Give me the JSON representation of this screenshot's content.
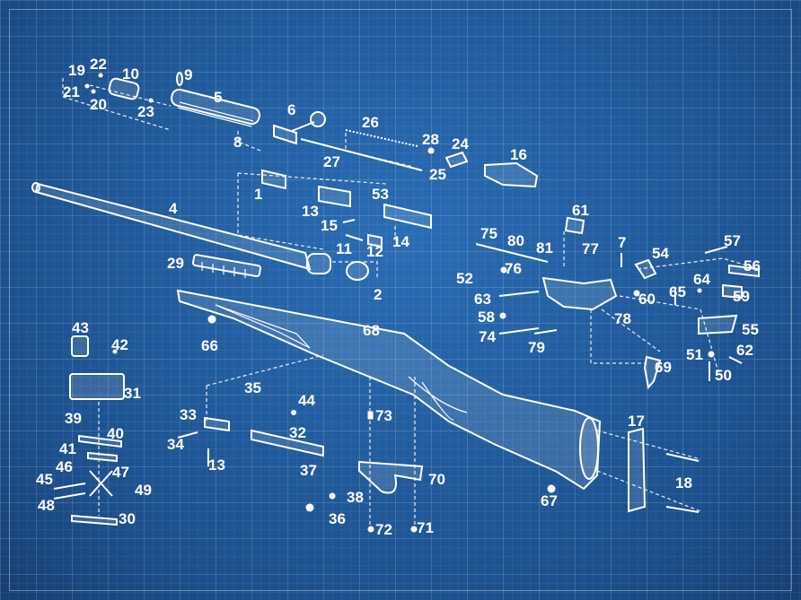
{
  "colors": {
    "background": "#1f5a9c",
    "lines": "#ffffff",
    "grid": "#5b8cc4"
  },
  "labels": {
    "p1": "1",
    "p2": "2",
    "p4": "4",
    "p5": "5",
    "p6": "6",
    "p7": "7",
    "p8": "8",
    "p9": "9",
    "p10": "10",
    "p11": "11",
    "p12": "12",
    "p13a": "13",
    "p13b": "13",
    "p14": "14",
    "p15": "15",
    "p16": "16",
    "p17": "17",
    "p18": "18",
    "p19": "19",
    "p20": "20",
    "p21": "21",
    "p22": "22",
    "p23": "23",
    "p24": "24",
    "p25": "25",
    "p26": "26",
    "p27": "27",
    "p28": "28",
    "p29": "29",
    "p30": "30",
    "p31": "31",
    "p32": "32",
    "p33": "33",
    "p34": "34",
    "p35": "35",
    "p36": "36",
    "p37": "37",
    "p38": "38",
    "p39": "39",
    "p40": "40",
    "p41": "41",
    "p42": "42",
    "p43": "43",
    "p44": "44",
    "p45": "45",
    "p46": "46",
    "p47": "47",
    "p48": "48",
    "p49": "49",
    "p50": "50",
    "p51": "51",
    "p52": "52",
    "p53": "53",
    "p54": "54",
    "p55": "55",
    "p56": "56",
    "p57": "57",
    "p58": "58",
    "p59": "59",
    "p60": "60",
    "p61": "61",
    "p62": "62",
    "p63": "63",
    "p64": "64",
    "p65": "65",
    "p66": "66",
    "p67": "67",
    "p68": "68",
    "p69": "69",
    "p70": "70",
    "p71": "71",
    "p72": "72",
    "p73": "73",
    "p74": "74",
    "p75": "75",
    "p76": "76",
    "p77": "77",
    "p78": "78",
    "p79": "79",
    "p80": "80",
    "p81": "81"
  }
}
